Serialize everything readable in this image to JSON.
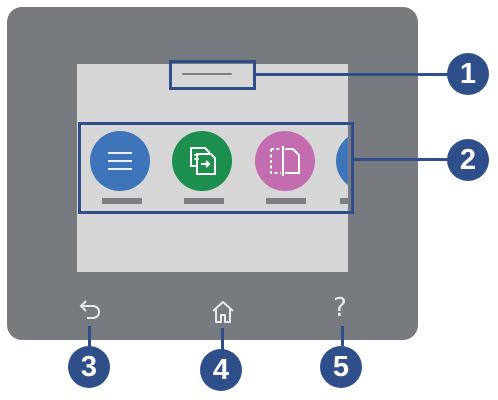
{
  "panel": {
    "colors": {
      "bezel": "#777a7e",
      "screen": "#d6d6d6",
      "callout": "#2f4f8a",
      "menu_app": "#3e74b9",
      "copy_app": "#1c8e4d",
      "scan_app": "#c36cb0"
    },
    "apps": [
      {
        "icon": "menu-lines-icon"
      },
      {
        "icon": "copy-icon"
      },
      {
        "icon": "scan-icon"
      },
      {
        "icon": "partially-visible-app-icon"
      }
    ],
    "buttons": {
      "back_icon": "back-arrow-icon",
      "home_icon": "home-icon",
      "help_label": "?"
    }
  },
  "callouts": {
    "c1": "1",
    "c2": "2",
    "c3": "3",
    "c4": "4",
    "c5": "5"
  }
}
